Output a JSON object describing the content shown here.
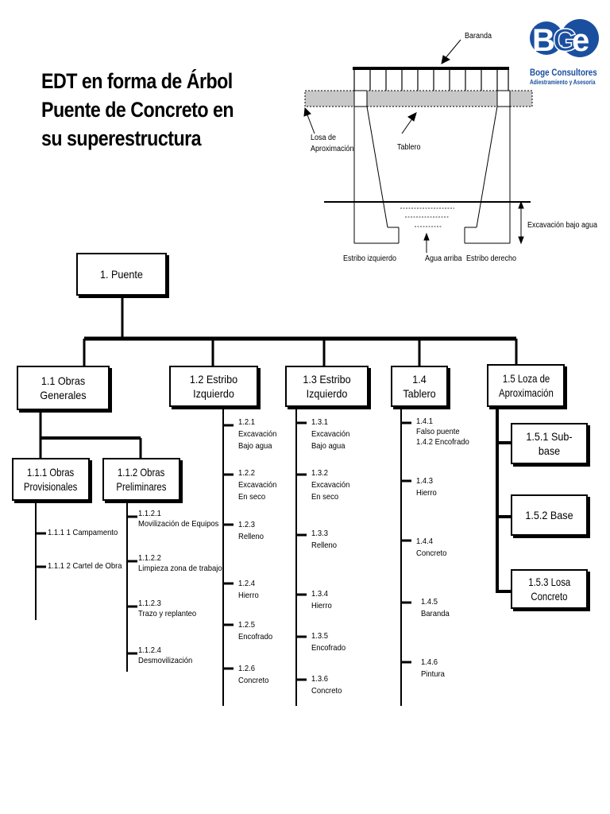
{
  "title": {
    "line1": "EDT en forma de Árbol",
    "line2": "Puente de Concreto en",
    "line3": "su superestructura"
  },
  "logo": {
    "name": "Boge Consultores",
    "tagline": "Adiestramiento y Asesoría"
  },
  "bridge_labels": {
    "baranda": "Baranda",
    "losa_line1": "Losa de",
    "losa_line2": "Aproximación",
    "tablero": "Tablero",
    "excavacion": "Excavación bajo agua",
    "estribo_izq": "Estribo izquierdo",
    "agua_arriba": "Agua arriba",
    "estribo_der": "Estribo derecho"
  },
  "tree": {
    "root": "1. Puente",
    "n1_1": "1.1 Obras Generales",
    "n1_2": "1.2 Estribo Izquierdo",
    "n1_3": "1.3 Estribo Izquierdo",
    "n1_4": "1.4 Tablero",
    "n1_5_l1": "1.5 Loza de",
    "n1_5_l2": "Aproximación",
    "n1_1_1_l1": "1.1.1 Obras",
    "n1_1_1_l2": "Provisionales",
    "n1_1_2_l1": "1.1.2 Obras",
    "n1_1_2_l2": "Preliminares",
    "n1_5_1": "1.5.1 Sub-base",
    "n1_5_2": "1.5.2 Base",
    "n1_5_3_l1": "1.5.3  Losa",
    "n1_5_3_l2": "Concreto"
  },
  "leaves": {
    "a1": "1.1.1 1 Campamento",
    "a2": "1.1.1 2 Cartel de Obra",
    "b1_code": "1.1.2.1",
    "b1_text": "Movilización de Equipos",
    "b2_code": "1.1.2.2",
    "b2_text": "Limpieza zona de trabajo",
    "b3_code": "1.1.2.3",
    "b3_text": "Trazo y replanteo",
    "b4_code": "1.1.2.4",
    "b4_text": "Desmovilización",
    "c1_code": "1.2.1",
    "c1_t1": "Excavación",
    "c1_t2": "Bajo agua",
    "c2_code": "1.2.2",
    "c2_t1": "Excavación",
    "c2_t2": "En seco",
    "c3_code": "1.2.3",
    "c3_t1": "Relleno",
    "c4_code": "1.2.4",
    "c4_t1": "Hierro",
    "c5_code": "1.2.5",
    "c5_t1": "Encofrado",
    "c6_code": "1.2.6",
    "c6_t1": "Concreto",
    "d1_code": "1.3.1",
    "d1_t1": "Excavación",
    "d1_t2": "Bajo agua",
    "d2_code": "1.3.2",
    "d2_t1": "Excavación",
    "d2_t2": "En seco",
    "d3_code": "1.3.3",
    "d3_t1": "Relleno",
    "d4_code": "1.3.4",
    "d4_t1": "Hierro",
    "d5_code": "1.3.5",
    "d5_t1": "Encofrado",
    "d6_code": "1.3.6",
    "d6_t1": "Concreto",
    "e1_code": "1.4.1",
    "e1_t1": "Falso puente",
    "e1_t2": "1.4.2 Encofrado",
    "e3_code": "1.4.3",
    "e3_t1": "Hierro",
    "e4_code": "1.4.4",
    "e4_t1": "Concreto",
    "e5_code": "1.4.5",
    "e5_t1": "Baranda",
    "e6_code": "1.4.6",
    "e6_t1": "Pintura"
  },
  "colors": {
    "logo_blue": "#1a4fa0"
  }
}
